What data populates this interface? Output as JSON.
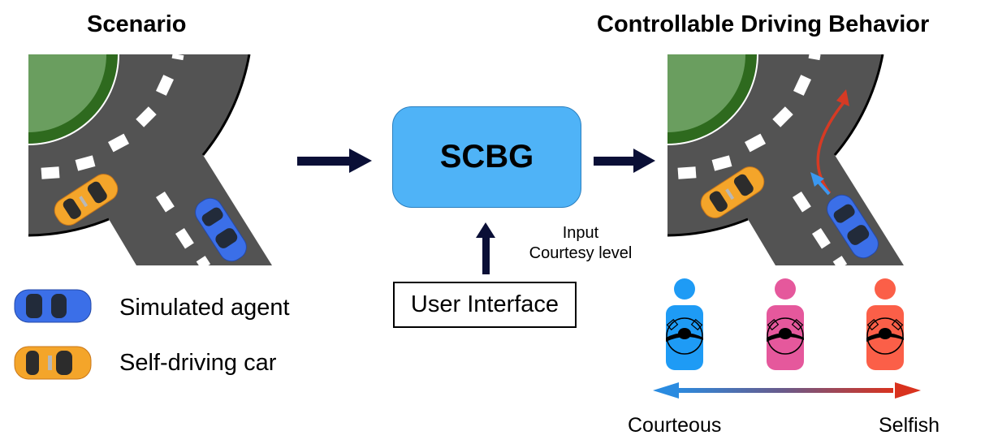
{
  "scenario": {
    "title": "Scenario"
  },
  "legend": {
    "items": [
      {
        "label": "Simulated agent",
        "icon": "blue-car-icon",
        "color": "#3b6fe8"
      },
      {
        "label": "Self-driving car",
        "icon": "yellow-taxi-icon",
        "color": "#f4a52a"
      }
    ]
  },
  "model": {
    "label": "SCBG",
    "fill": "#4fb3f7"
  },
  "user_interface": {
    "label": "User Interface",
    "input_label_line1": "Input",
    "input_label_line2": "Courtesy level"
  },
  "output": {
    "title": "Controllable Driving Behavior"
  },
  "drivers": [
    {
      "name": "courteous-driver",
      "color": "#1e9bf5"
    },
    {
      "name": "neutral-driver",
      "color": "#e5589c"
    },
    {
      "name": "selfish-driver",
      "color": "#fb5f48"
    }
  ],
  "scale": {
    "left_label": "Courteous",
    "right_label": "Selfish",
    "left_color": "#2a8be0",
    "right_color": "#d9321e"
  },
  "colors": {
    "road": "#535353",
    "grass": "#6a9e5f",
    "grass_border": "#2e6a1e",
    "arrow": "#0a0f36",
    "trajectory_red": "#d63a24",
    "trajectory_blue": "#3b98f0"
  }
}
